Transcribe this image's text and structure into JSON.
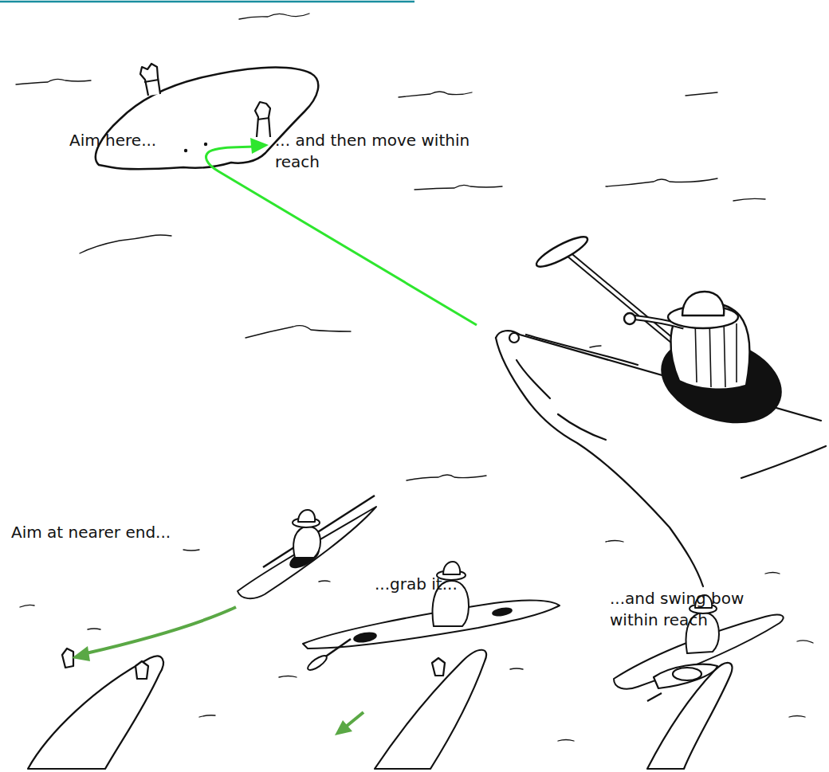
{
  "diagram": {
    "labels": [
      "Aim here...",
      "... and then move within reach",
      "Aim at nearer end...",
      "...grab it...",
      "...and swing bow within reach"
    ]
  }
}
